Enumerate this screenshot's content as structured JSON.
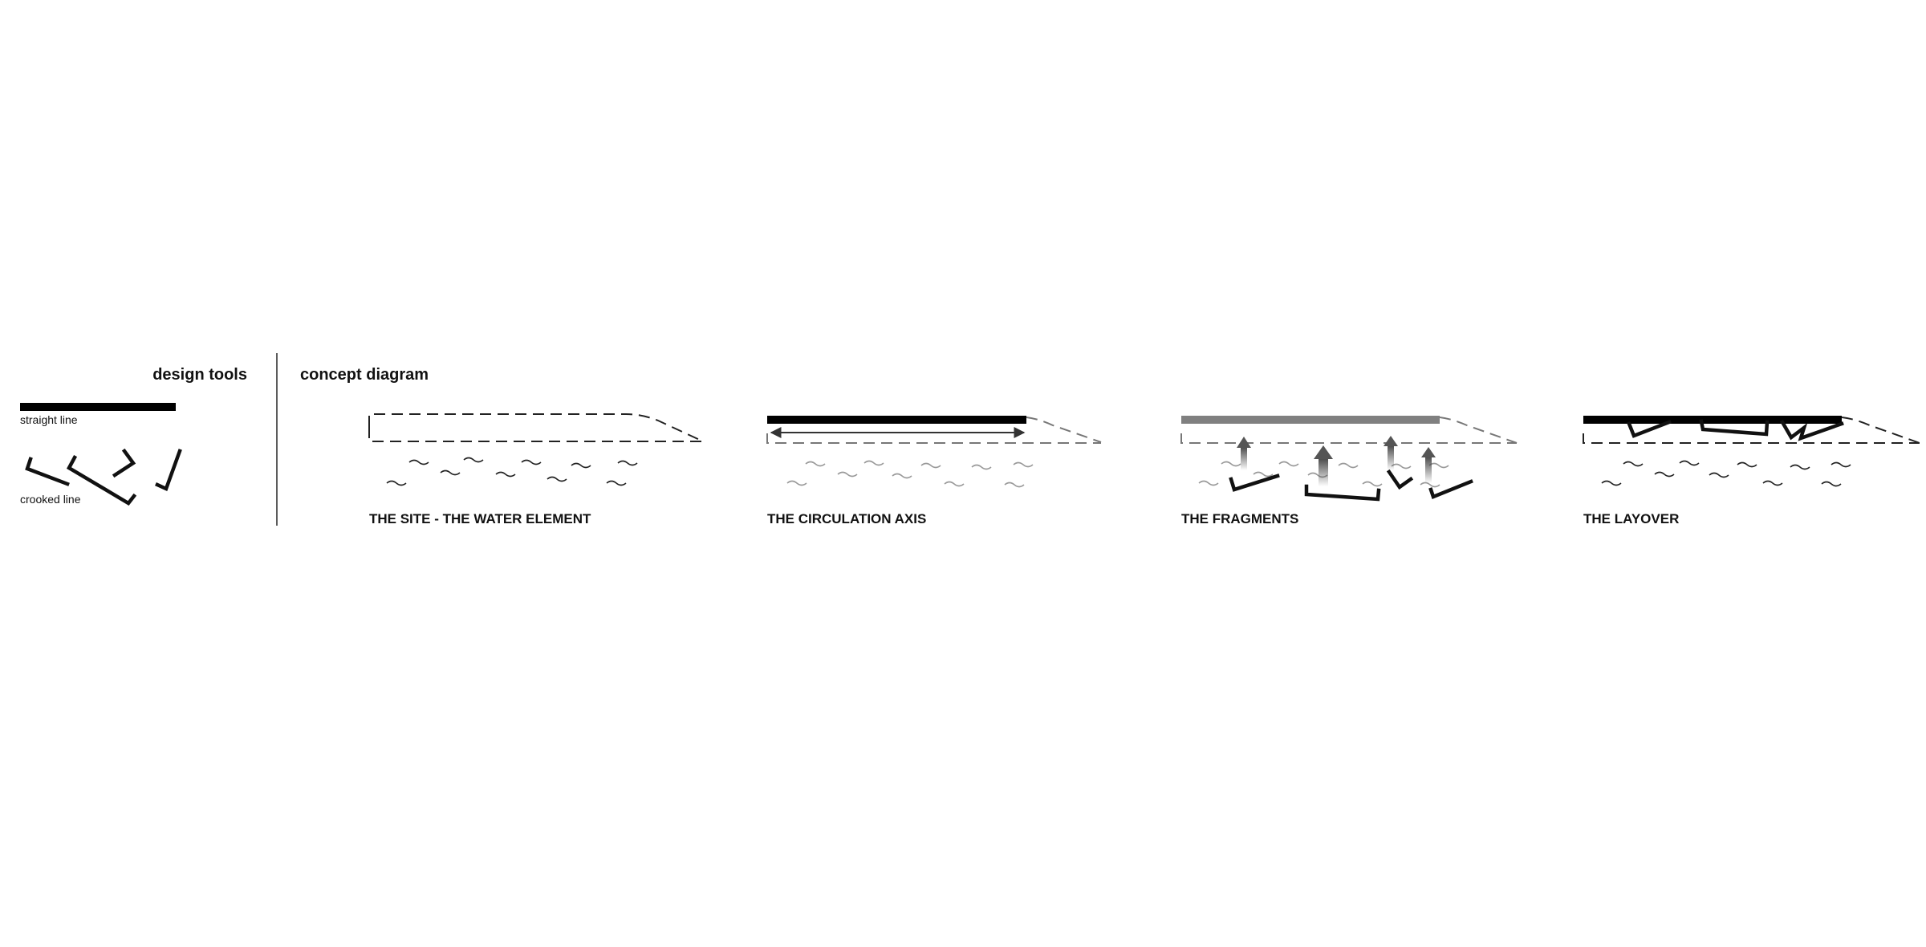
{
  "design_tools": {
    "title": "design tools",
    "straight_label": "straight line",
    "crooked_label": "crooked line"
  },
  "concept": {
    "title": "concept diagram",
    "panels": [
      {
        "caption": "THE SITE - THE WATER ELEMENT"
      },
      {
        "caption": "THE CIRCULATION AXIS"
      },
      {
        "caption": "THE FRAGMENTS"
      },
      {
        "caption": "THE LAYOVER"
      }
    ]
  },
  "colors": {
    "ink": "#111111",
    "bar_black": "#000000",
    "bar_grey": "#808080",
    "water_grey": "#999999",
    "arrow_grey": "#555555"
  }
}
